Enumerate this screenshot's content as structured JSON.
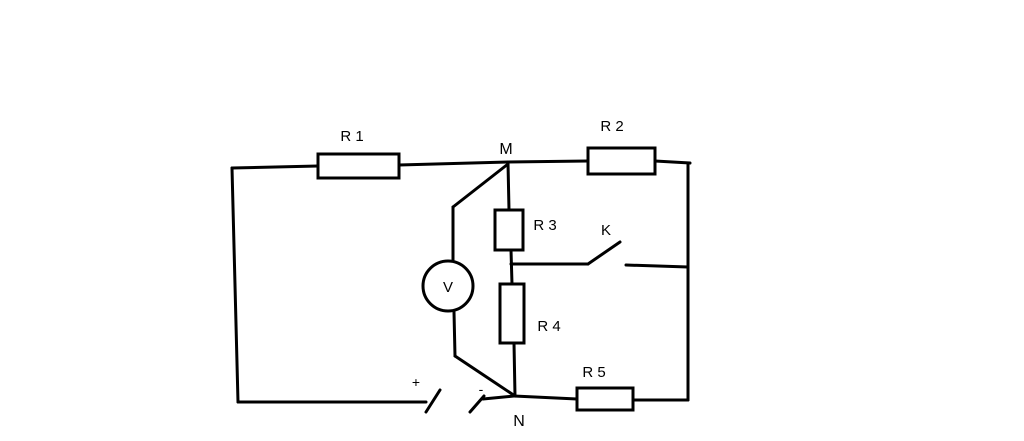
{
  "labels": {
    "r1": "R 1",
    "r2": "R 2",
    "r3": "R 3",
    "r4": "R 4",
    "r5": "R 5",
    "switch_k": "K",
    "node_m": "M",
    "node_n": "N",
    "voltmeter": "V",
    "battery_plus": "+",
    "battery_minus": "-"
  },
  "colors": {
    "line": "#000000",
    "background": "#ffffff"
  }
}
